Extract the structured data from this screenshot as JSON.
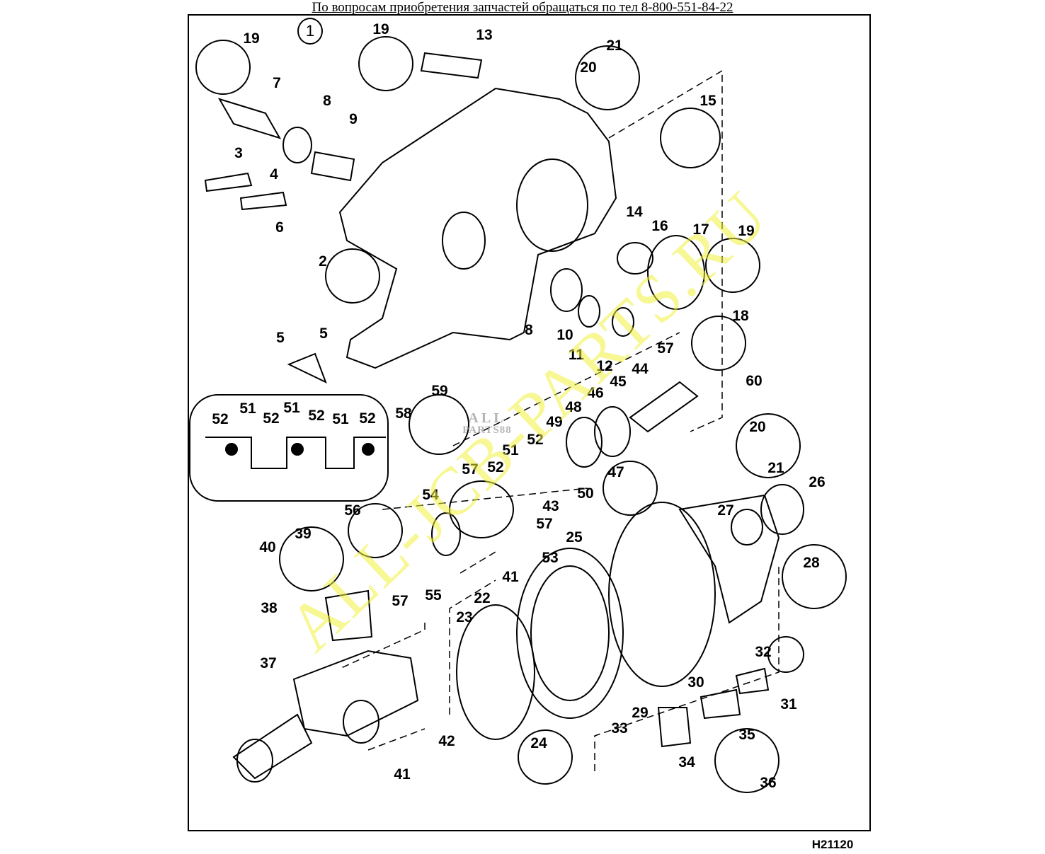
{
  "header": {
    "contact_text": "По вопросам приобретения запчастей обращаться по тел 8-800-551-84-22"
  },
  "diagram": {
    "figure_number": "1",
    "reference_code": "H21120",
    "part_labels": [
      "19",
      "19",
      "13",
      "21",
      "20",
      "7",
      "8",
      "9",
      "15",
      "3",
      "4",
      "14",
      "16",
      "17",
      "19",
      "6",
      "2",
      "8",
      "10",
      "11",
      "12",
      "18",
      "5",
      "5",
      "57",
      "44",
      "46",
      "45",
      "60",
      "59",
      "58",
      "48",
      "49",
      "52",
      "51",
      "52",
      "57",
      "50",
      "47",
      "54",
      "43",
      "56",
      "57",
      "40",
      "39",
      "53",
      "41",
      "57",
      "55",
      "25",
      "22",
      "23",
      "38",
      "37",
      "20",
      "21",
      "26",
      "27",
      "28",
      "32",
      "30",
      "31",
      "29",
      "33",
      "35",
      "34",
      "36",
      "24",
      "42",
      "41"
    ],
    "inset_labels": [
      "52",
      "51",
      "52",
      "51",
      "52",
      "51",
      "52"
    ]
  },
  "watermark": {
    "main": "ALL-JCB-PARTS.RU",
    "small_top": "ALL",
    "small_bottom": "PARTS88"
  }
}
